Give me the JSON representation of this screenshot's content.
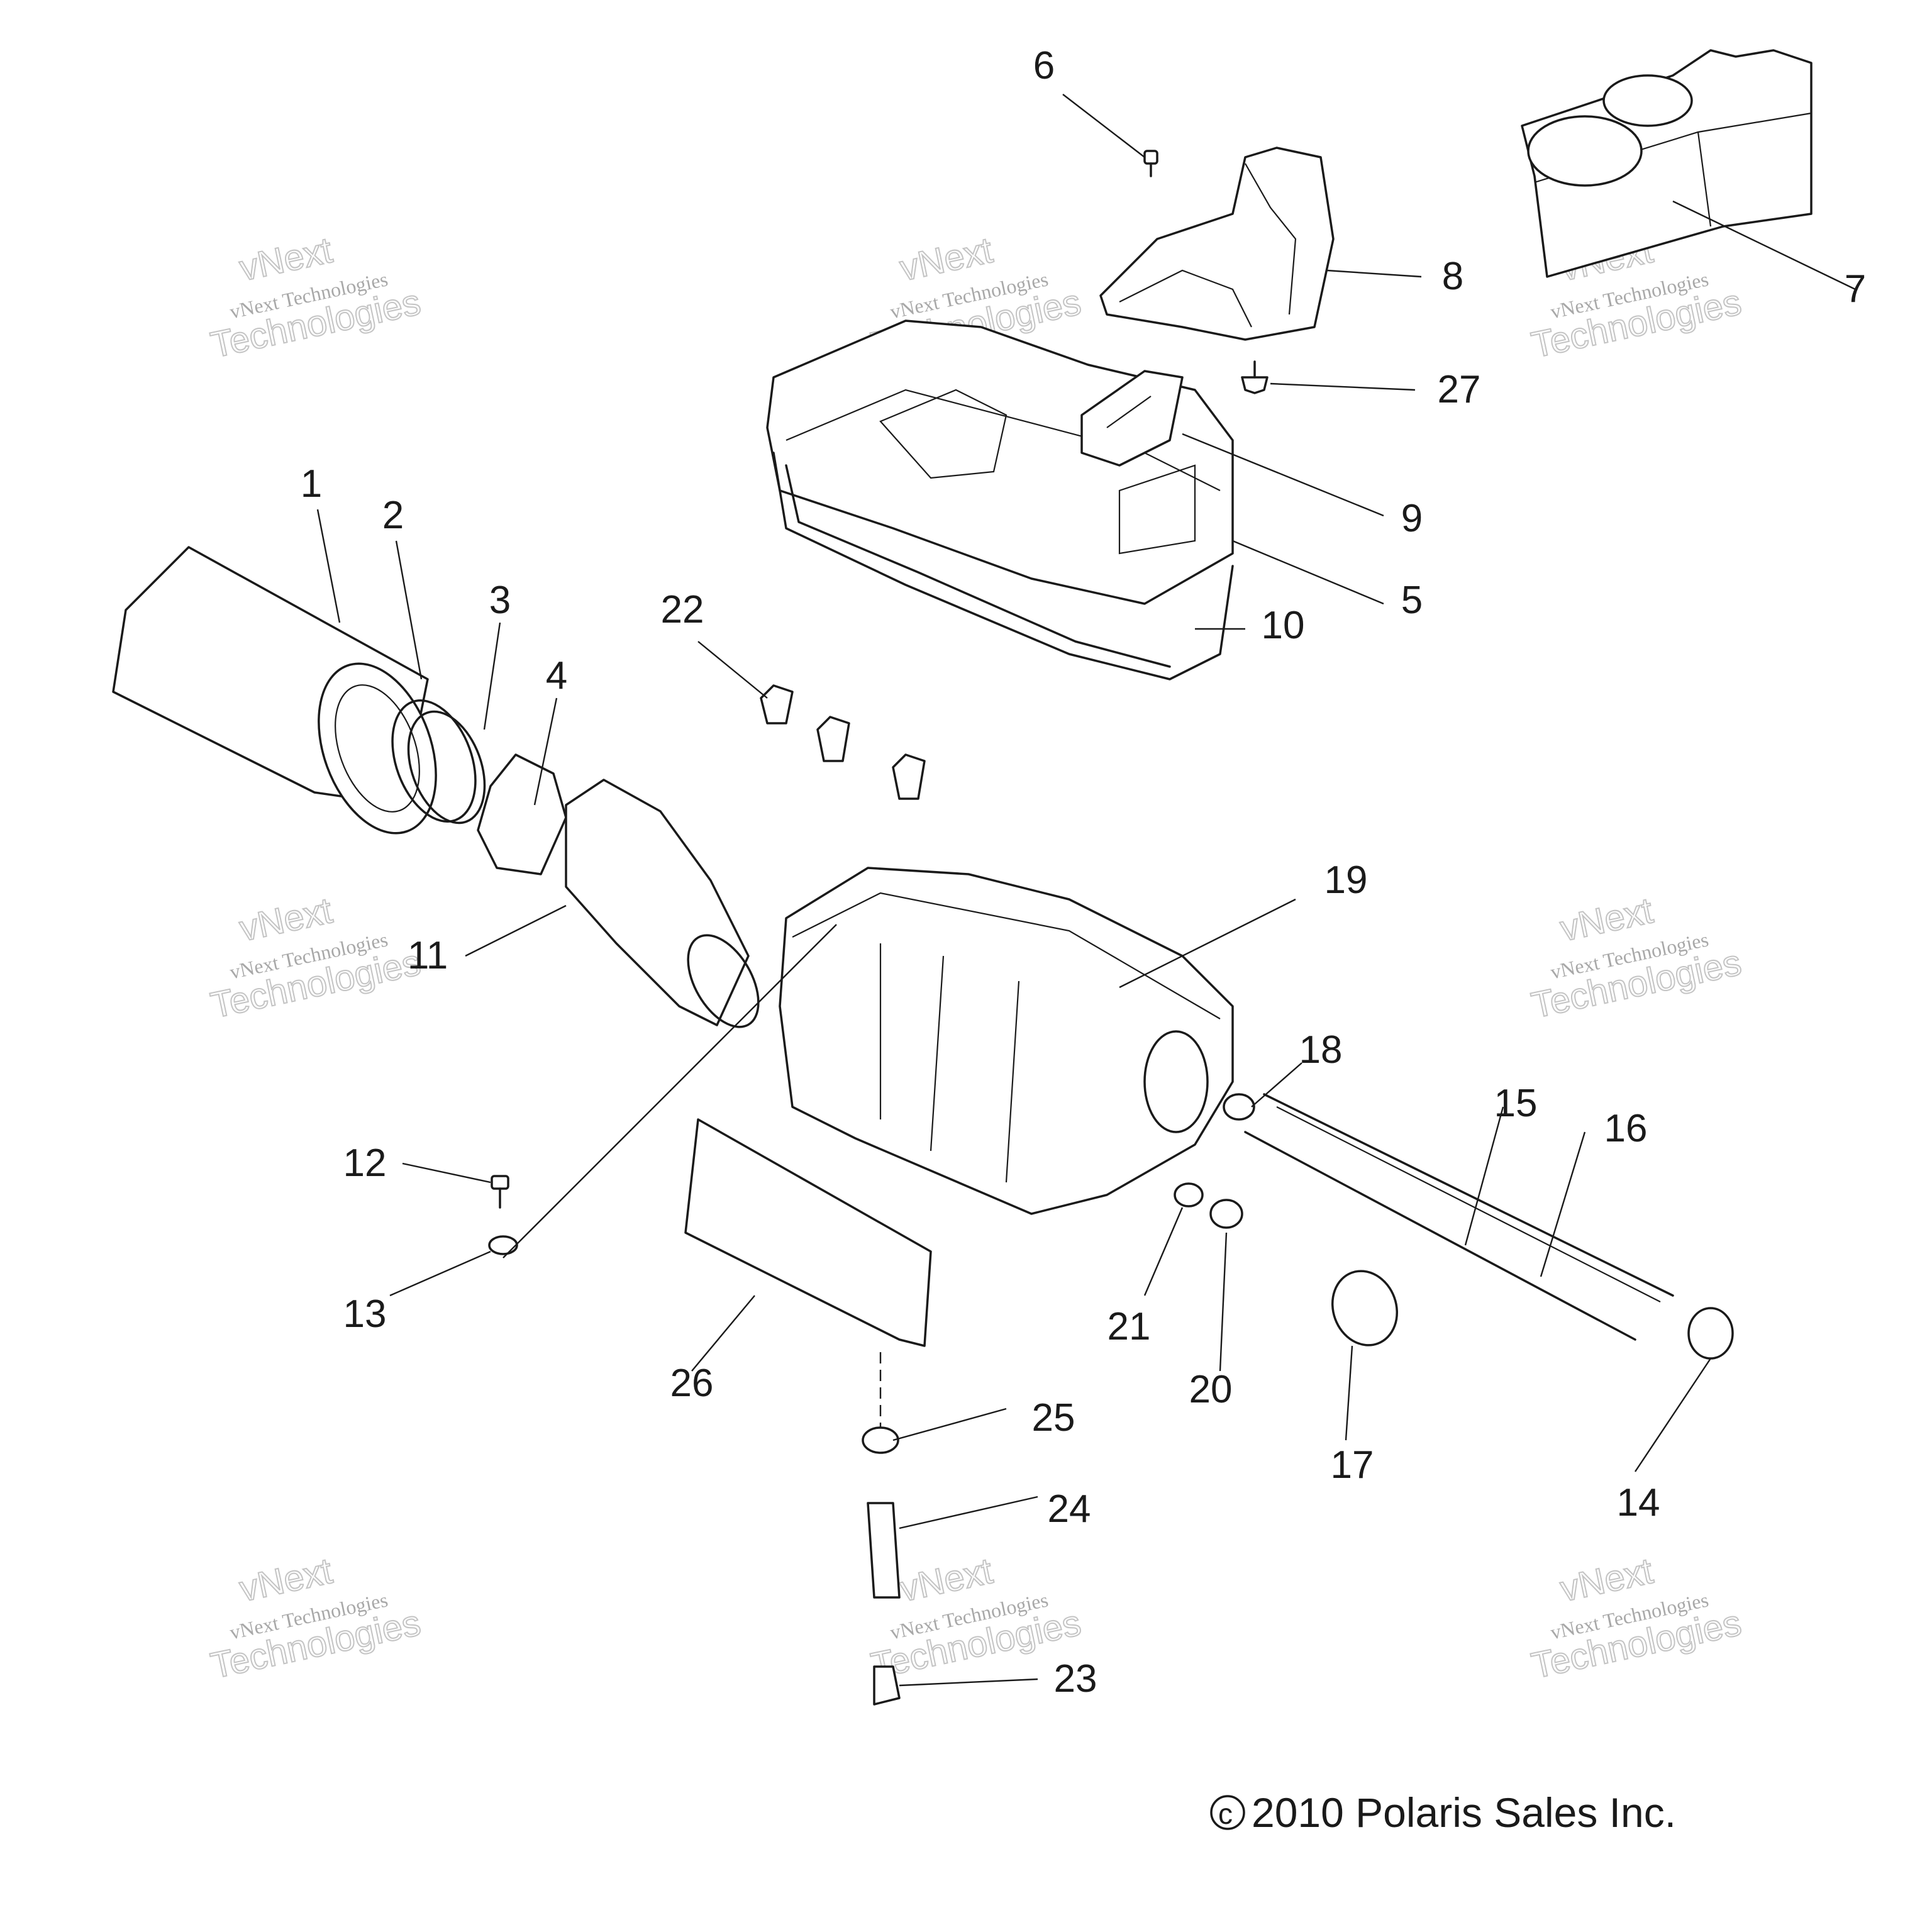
{
  "callouts": [
    "1",
    "2",
    "3",
    "4",
    "5",
    "6",
    "7",
    "8",
    "9",
    "10",
    "11",
    "12",
    "13",
    "14",
    "15",
    "16",
    "17",
    "18",
    "19",
    "20",
    "21",
    "22",
    "23",
    "24",
    "25",
    "26",
    "27"
  ],
  "watermark": {
    "line1": "vNext",
    "line2": "vNext Technologies",
    "line3": "Technologies"
  },
  "copyright": "2010 Polaris Sales Inc.",
  "copyright_symbol": "c"
}
